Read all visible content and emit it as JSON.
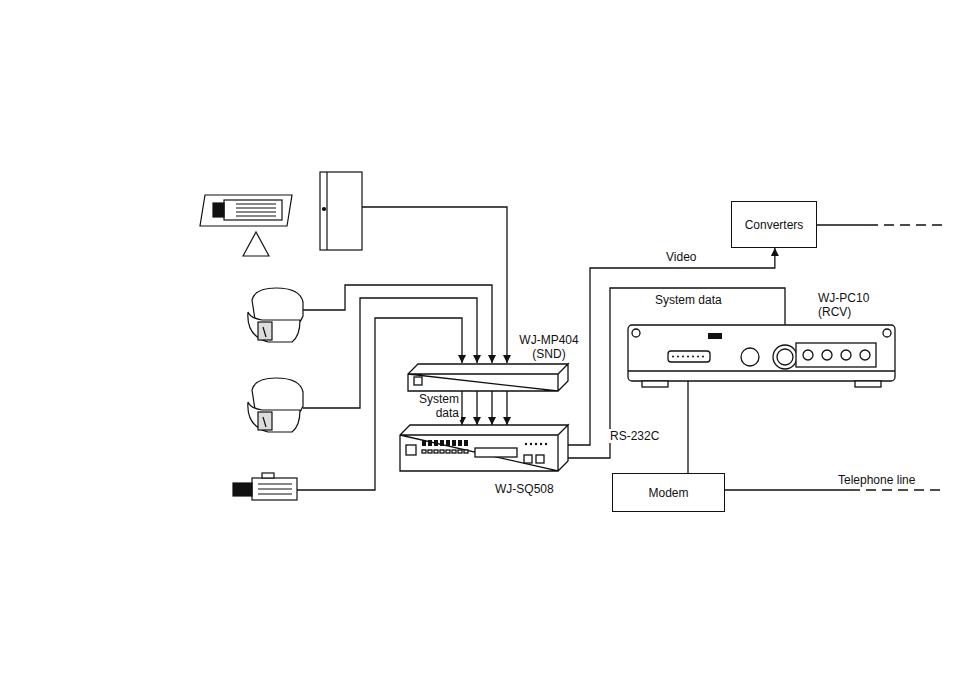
{
  "diagram": {
    "nodes": [
      {
        "text": [
          "Converters"
        ]
      },
      {
        "text": [
          "WJ-PC10 (RCV)"
        ]
      },
      {
        "text": [
          "WJ-MP404 (SND)"
        ]
      },
      {
        "text": [
          "WJ-SQ508"
        ]
      },
      {
        "text": [
          "Modem"
        ]
      }
    ],
    "edges": [
      {
        "from": 3,
        "to": 0,
        "label": "Video",
        "arrow": "to"
      },
      {
        "from": 3,
        "to": 1,
        "label": "System data",
        "arrow": "none"
      },
      {
        "from": 2,
        "to": 3,
        "label": "System data",
        "arrow": "to"
      },
      {
        "from": 1,
        "to": 4,
        "label": "RS-232C",
        "arrow": "none"
      }
    ],
    "labels": [
      "Telephone line"
    ]
  }
}
